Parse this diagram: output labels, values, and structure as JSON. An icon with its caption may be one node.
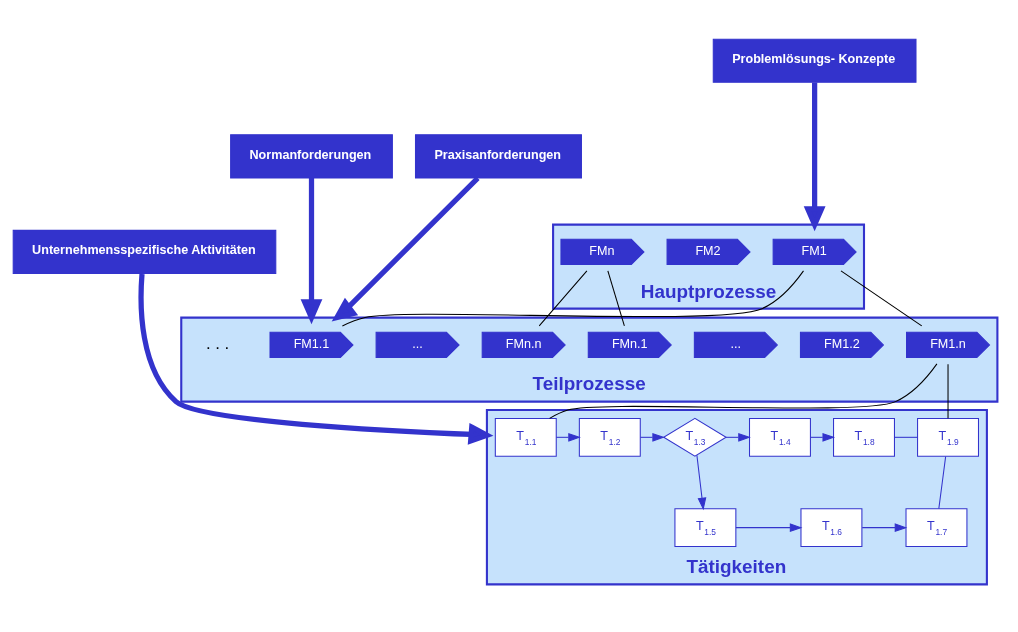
{
  "diagram": {
    "nodes": [
      {
        "text": [
          "Hauptprozesse"
        ]
      },
      {
        "text": [
          "FM1"
        ],
        "in": 0
      },
      {
        "text": [
          "FM2"
        ],
        "in": 0
      },
      {
        "text": [
          "FMn"
        ],
        "in": 0
      },
      {
        "text": [
          "Teilprozesse"
        ]
      },
      {
        "text": [
          "FM1.1"
        ],
        "in": 4
      },
      {
        "text": [
          "FM1.2"
        ],
        "in": 4
      },
      {
        "text": [
          "..."
        ],
        "in": 4
      },
      {
        "text": [
          "FM1.n"
        ],
        "in": 4
      },
      {
        "text": [
          "FMn.1"
        ],
        "in": 4
      },
      {
        "text": [
          "..."
        ],
        "in": 4
      },
      {
        "text": [
          "FMn.n"
        ],
        "in": 4
      },
      {
        "text": [
          "Tätigkeiten"
        ]
      },
      {
        "text": [
          "T$_{1.1}$"
        ],
        "in": 12
      },
      {
        "text": [
          "T$_{1.2}$"
        ],
        "in": 12
      },
      {
        "text": [
          "T$_{1.3}$"
        ],
        "in": 12
      },
      {
        "text": [
          "T$_{1.4}$"
        ],
        "in": 12
      },
      {
        "text": [
          "T$_{1.5}$"
        ],
        "in": 12
      },
      {
        "text": [
          "T$_{1.6}$"
        ],
        "in": 12
      },
      {
        "text": [
          "T$_{1.7}$"
        ],
        "in": 12
      },
      {
        "text": [
          "T$_{1.8}$"
        ],
        "in": 12
      },
      {
        "text": [
          "T$_{1.9}$"
        ],
        "in": 12
      },
      {
        "text": [
          "Problemlösungs- Konzepte"
        ]
      },
      {
        "text": [
          "Normanforderungen"
        ]
      },
      {
        "text": [
          "Praxisanforderungen"
        ]
      },
      {
        "text": [
          "Unternehmensspezifische Aktivitäten"
        ]
      }
    ],
    "edges": [
      {
        "from": 1,
        "to": 5,
        "arrow": "none",
        "color": "#000000"
      },
      {
        "from": 1,
        "to": 8,
        "arrow": "none",
        "color": "#000000"
      },
      {
        "from": 3,
        "to": 9,
        "arrow": "none",
        "color": "#000000"
      },
      {
        "from": 3,
        "to": 11,
        "arrow": "none",
        "color": "#000000"
      },
      {
        "from": 8,
        "to": 13,
        "arrow": "none",
        "color": "#000000"
      },
      {
        "from": 8,
        "to": 21,
        "arrow": "none",
        "color": "#000000"
      },
      {
        "from": 13,
        "to": 14,
        "arrow": "to"
      },
      {
        "from": 14,
        "to": 15,
        "arrow": "to"
      },
      {
        "from": 15,
        "to": 16,
        "arrow": "to"
      },
      {
        "from": 15,
        "to": 17,
        "arrow": "to"
      },
      {
        "from": 16,
        "to": 20,
        "arrow": "to"
      },
      {
        "from": 17,
        "to": 18,
        "arrow": "to"
      },
      {
        "from": 18,
        "to": 19,
        "arrow": "to"
      },
      {
        "from": 20,
        "to": 21,
        "arrow": "none"
      },
      {
        "from": 19,
        "to": 21,
        "arrow": "none"
      },
      {
        "from": 22,
        "to": 0,
        "arrow": "to",
        "style": "thick"
      },
      {
        "from": 23,
        "to": 4,
        "arrow": "to",
        "style": "thick"
      },
      {
        "from": 24,
        "to": 4,
        "arrow": "to",
        "style": "thick"
      },
      {
        "from": 25,
        "to": 12,
        "arrow": "to",
        "style": "thick"
      }
    ],
    "labels": [
      ". . ."
    ]
  }
}
